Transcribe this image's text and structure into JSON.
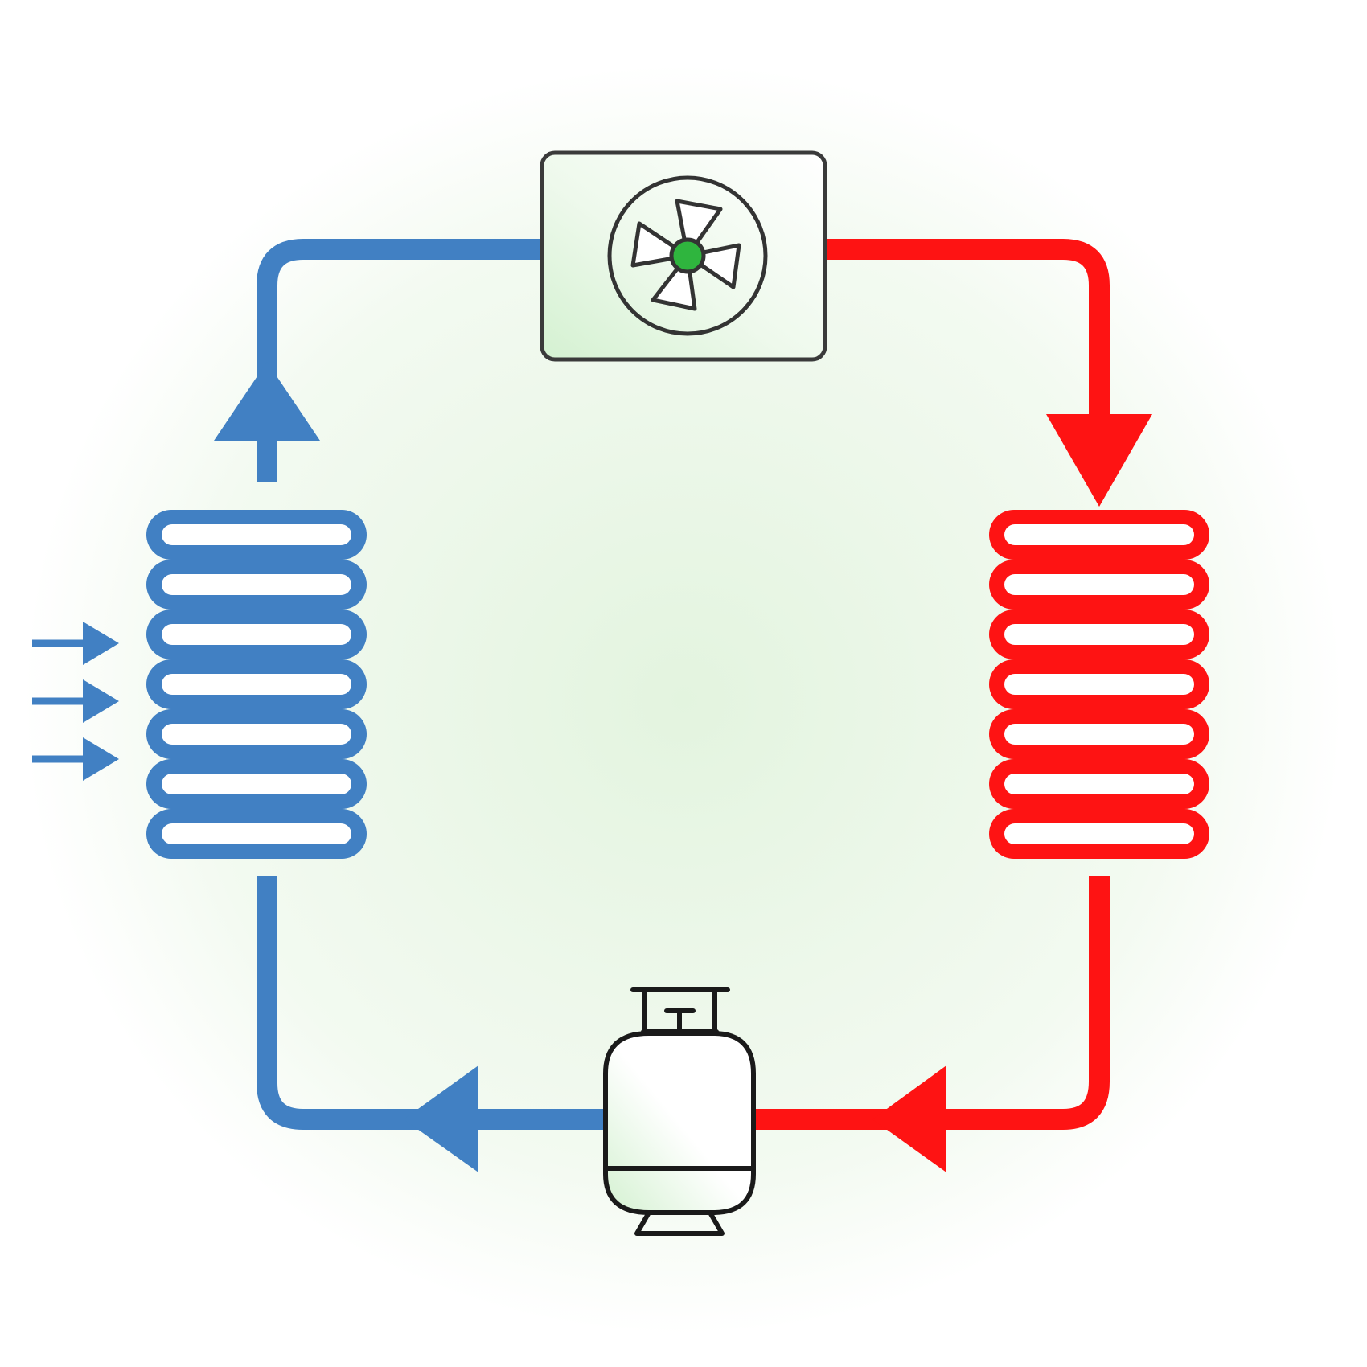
{
  "diagram": {
    "colors": {
      "cold": "#4180c3",
      "hot": "#fe1313",
      "outline": "#1a1a1a",
      "component_fill_light": "#ffffff",
      "component_fill_tint": "#d6f3d4",
      "fan_hub": "#2fb53e",
      "background_glow": "#eef8ec"
    },
    "components": [
      {
        "id": "compressor",
        "icon": "fan-icon"
      },
      {
        "id": "condenser",
        "icon": "coil-icon",
        "loops": 7,
        "side": "hot"
      },
      {
        "id": "evaporator",
        "icon": "coil-icon",
        "loops": 7,
        "side": "cold"
      },
      {
        "id": "receiver",
        "icon": "gas-cylinder-icon"
      }
    ],
    "airflow": {
      "icon": "arrow-right-icon",
      "count": 3
    }
  }
}
